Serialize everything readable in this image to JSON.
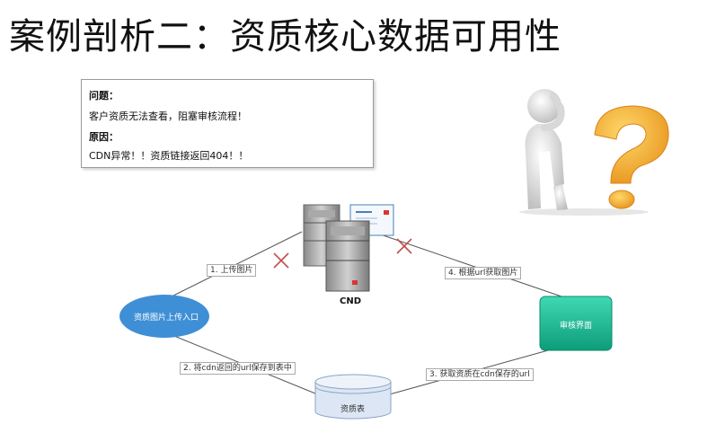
{
  "title": "案例剖析二：资质核心数据可用性",
  "issue": {
    "problem_heading": "问题：",
    "problem_text": "客户资质无法查看，阻塞审核流程！",
    "cause_heading": "原因：",
    "cause_text": "CDN异常！！资质链接返回404！！"
  },
  "diagram": {
    "nodes": {
      "upload": "资质图片上传入口",
      "cdn": "CND",
      "review": "审核界面",
      "table": "资质表"
    },
    "edges": {
      "e1": "1. 上传图片",
      "e2": "2. 将cdn返回的url保存到表中",
      "e3": "3. 获取资质在cdn保存的url",
      "e4": "4. 根据url获取图片"
    },
    "colors": {
      "upload_fill": "#3f8fd6",
      "review_fill": "#1bbf9a",
      "failure_mark": "#c0504d",
      "table_fill": "#dce6f4"
    }
  }
}
